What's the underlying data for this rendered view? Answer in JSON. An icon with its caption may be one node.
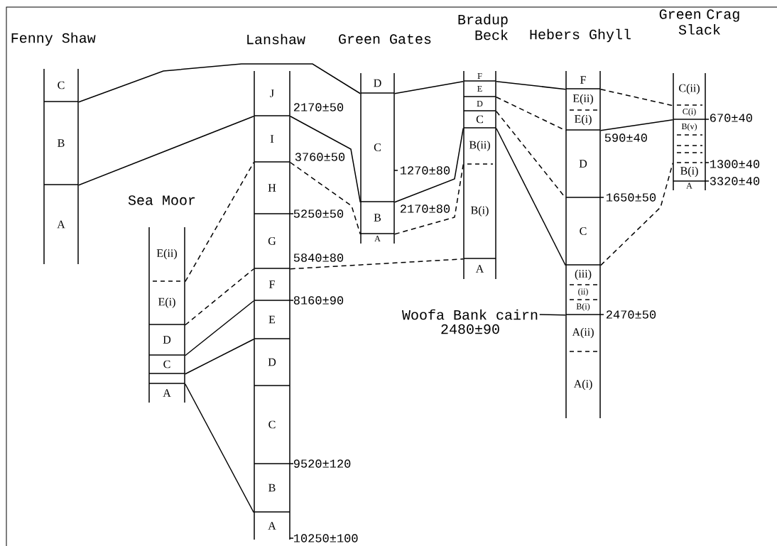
{
  "diagram": {
    "nodes": [
      {
        "text": [
          "Fenny Shaw"
        ]
      },
      {
        "text": [
          "C"
        ],
        "in": 0
      },
      {
        "text": [
          "B"
        ],
        "in": 0
      },
      {
        "text": [
          "A"
        ],
        "in": 0
      },
      {
        "text": [
          "Sea Moor"
        ]
      },
      {
        "text": [
          "E(ii)"
        ],
        "in": 4
      },
      {
        "text": [
          "E(i)"
        ],
        "in": 4
      },
      {
        "text": [
          "D"
        ],
        "in": 4
      },
      {
        "text": [
          "C"
        ],
        "in": 4
      },
      {
        "text": [],
        "shape": "box",
        "in": 4
      },
      {
        "text": [
          "A"
        ],
        "in": 4
      },
      {
        "text": [
          "Lanshaw"
        ]
      },
      {
        "text": [
          "J"
        ],
        "in": 11
      },
      {
        "text": [
          "I"
        ],
        "in": 11
      },
      {
        "text": [
          "H"
        ],
        "in": 11
      },
      {
        "text": [
          "G"
        ],
        "in": 11
      },
      {
        "text": [
          "F"
        ],
        "in": 11
      },
      {
        "text": [
          "E"
        ],
        "in": 11
      },
      {
        "text": [
          "D"
        ],
        "in": 11
      },
      {
        "text": [
          "C"
        ],
        "in": 11
      },
      {
        "text": [
          "B"
        ],
        "in": 11
      },
      {
        "text": [
          "A"
        ],
        "in": 11
      },
      {
        "text": [
          "Green Gates"
        ]
      },
      {
        "text": [
          "D"
        ],
        "in": 22
      },
      {
        "text": [
          "C"
        ],
        "in": 22
      },
      {
        "text": [
          "B"
        ],
        "in": 22
      },
      {
        "text": [
          "A"
        ],
        "in": 22
      },
      {
        "text": [
          "Bradup Beck"
        ]
      },
      {
        "text": [
          "F"
        ],
        "in": 27
      },
      {
        "text": [
          "E"
        ],
        "in": 27
      },
      {
        "text": [
          "D"
        ],
        "in": 27
      },
      {
        "text": [
          "C"
        ],
        "in": 27
      },
      {
        "text": [
          "B(ii)"
        ],
        "in": 27
      },
      {
        "text": [
          "B(i)"
        ],
        "in": 27
      },
      {
        "text": [
          "A"
        ],
        "in": 27
      },
      {
        "text": [
          "Hebers Ghyll"
        ]
      },
      {
        "text": [
          "F"
        ],
        "in": 35
      },
      {
        "text": [
          "E(ii)"
        ],
        "in": 35
      },
      {
        "text": [
          "E(i)"
        ],
        "in": 35
      },
      {
        "text": [
          "D"
        ],
        "in": 35
      },
      {
        "text": [
          "C"
        ],
        "in": 35
      },
      {
        "text": [
          "(iii)"
        ],
        "in": 35
      },
      {
        "text": [
          "(ii)"
        ],
        "in": 35
      },
      {
        "text": [
          "B(i)"
        ],
        "in": 35
      },
      {
        "text": [
          "A(ii)"
        ],
        "in": 35
      },
      {
        "text": [
          "A(i)"
        ],
        "in": 35
      },
      {
        "text": [
          "Green Crag Slack"
        ]
      },
      {
        "text": [
          "C(ii)"
        ],
        "in": 46
      },
      {
        "text": [
          "C(i)"
        ],
        "in": 46
      },
      {
        "text": [
          "B(v)"
        ],
        "in": 46
      },
      {
        "text": [],
        "shape": "box",
        "in": 46
      },
      {
        "text": [],
        "shape": "box",
        "in": 46
      },
      {
        "text": [],
        "shape": "box",
        "in": 46
      },
      {
        "text": [
          "B(i)"
        ],
        "in": 46
      },
      {
        "text": [
          "A"
        ],
        "in": 46
      },
      {
        "text": [
          "Woofa Bank cairn",
          "2480±90"
        ]
      }
    ],
    "edges": [
      {
        "from": 1,
        "to": 23,
        "arrow": "none"
      },
      {
        "from": 2,
        "to": 12,
        "arrow": "none"
      },
      {
        "from": 5,
        "to": 13,
        "arrow": "none",
        "style": "dashed"
      },
      {
        "from": 6,
        "to": 15,
        "arrow": "none",
        "style": "dashed"
      },
      {
        "from": 7,
        "to": 16,
        "arrow": "none"
      },
      {
        "from": 8,
        "to": 17,
        "arrow": "none"
      },
      {
        "from": 9,
        "to": 20,
        "arrow": "none"
      },
      {
        "from": 12,
        "to": 24,
        "arrow": "none"
      },
      {
        "from": 13,
        "to": 25,
        "arrow": "none",
        "style": "dashed"
      },
      {
        "from": 15,
        "to": 33,
        "arrow": "none",
        "style": "dashed"
      },
      {
        "from": 24,
        "to": 31,
        "arrow": "none"
      },
      {
        "from": 25,
        "to": 32,
        "arrow": "none",
        "style": "dashed"
      },
      {
        "from": 23,
        "to": 28,
        "arrow": "none"
      },
      {
        "from": 28,
        "to": 36,
        "arrow": "none"
      },
      {
        "from": 29,
        "to": 38,
        "arrow": "none",
        "style": "dashed"
      },
      {
        "from": 30,
        "to": 39,
        "arrow": "none",
        "style": "dashed"
      },
      {
        "from": 31,
        "to": 40,
        "arrow": "none"
      },
      {
        "from": 36,
        "to": 47,
        "arrow": "none",
        "style": "dashed"
      },
      {
        "from": 38,
        "to": 48,
        "arrow": "none"
      },
      {
        "from": 40,
        "to": 52,
        "arrow": "none",
        "style": "dashed"
      },
      {
        "from": 55,
        "to": 43,
        "arrow": "none"
      }
    ],
    "labels": [
      "2170±50",
      "670±40",
      "590±40",
      "3760±50",
      "1300±40",
      "1270±80",
      "3320±40",
      "1650±50",
      "2170±80",
      "5250±50",
      "5840±80",
      "8160±90",
      "2470±50",
      "9520±120",
      "10250±100"
    ]
  }
}
